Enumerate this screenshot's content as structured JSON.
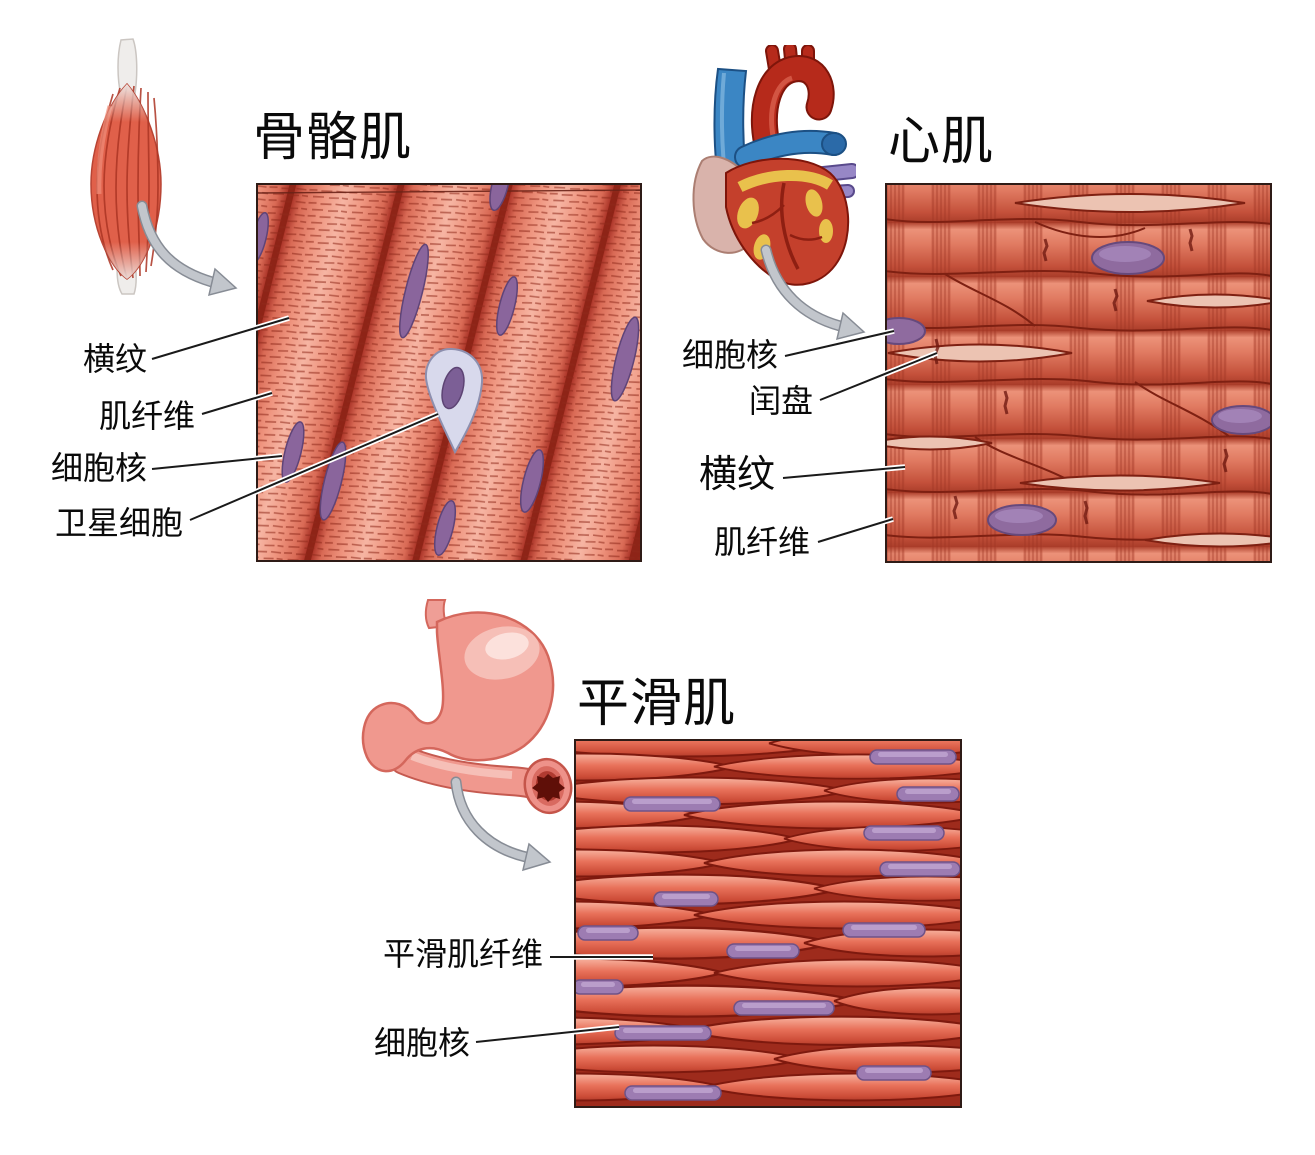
{
  "figure": {
    "description_names": [
      "skeletal-muscle",
      "cardiac-muscle",
      "smooth-muscle"
    ]
  },
  "sections": {
    "skeletal": {
      "title": "骨骼肌",
      "labels": {
        "striations": "横纹",
        "muscle_fiber": "肌纤维",
        "nucleus": "细胞核",
        "satellite_cell": "卫星细胞"
      }
    },
    "cardiac": {
      "title": "心肌",
      "labels": {
        "nucleus": "细胞核",
        "intercalated_disc": "闰盘",
        "striations": "横纹",
        "muscle_fiber": "肌纤维"
      }
    },
    "smooth": {
      "title": "平滑肌",
      "labels": {
        "smooth_muscle_fiber": "平滑肌纤维",
        "nucleus": "细胞核"
      }
    }
  },
  "palette": {
    "background": "#ffffff",
    "text": "#0a0a0a",
    "leader_line": "#1a1a1a",
    "arrow_gray": "#c2c6cc",
    "arrow_outline": "#878c95",
    "fiber_salmon": "#ee8a77",
    "fiber_highlight": "#f6b5a3",
    "fiber_edge_dark": "#b64030",
    "panel_seam_dark": "#8e2417",
    "striation_red": "#8f2a1b",
    "nucleus_purple": "#8a659c",
    "satellite_cell_lavender": "#d8d9ec",
    "cardiac_gap_pink": "#ecc3b2",
    "cardiac_outline": "#7e2012",
    "smooth_cell_red": "#e8715a",
    "smooth_nucleus_purple": "#9d7cb2",
    "heart_vessel_blue": "#3b86c4",
    "aorta_red": "#b62a1b",
    "pulmonary_vein_purple": "#9787c6",
    "fat_yellow": "#ecc84e",
    "stomach_pink": "#f0988e",
    "tendon_white": "#efedeb"
  }
}
